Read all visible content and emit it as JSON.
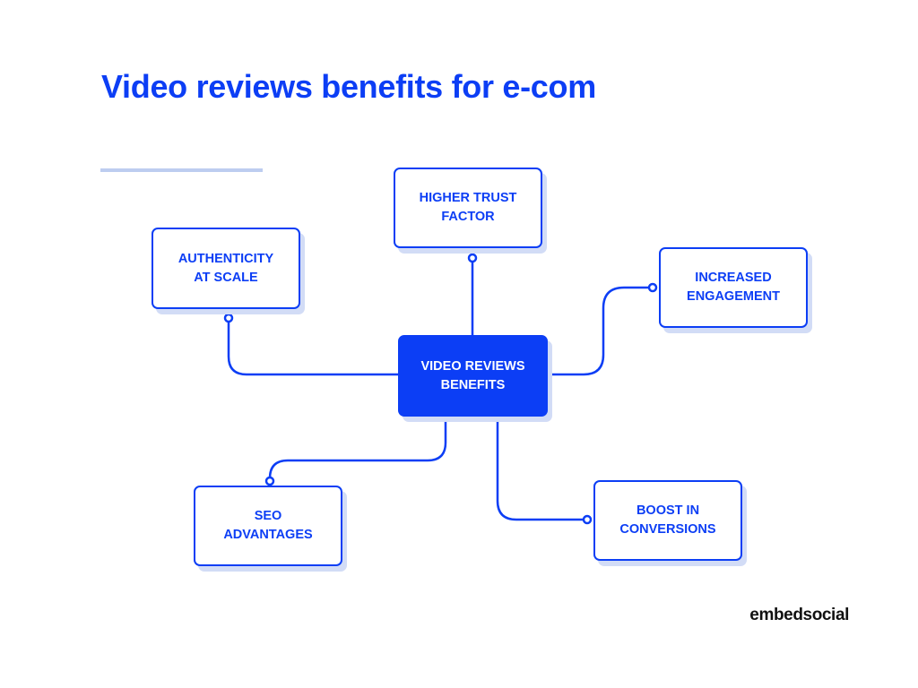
{
  "title": "Video reviews benefits for e-com",
  "center": "VIDEO REVIEWS\nBENEFITS",
  "nodes": {
    "trust": "HIGHER TRUST\nFACTOR",
    "authenticity": "AUTHENTICITY\nAT SCALE",
    "engagement": "INCREASED\nENGAGEMENT",
    "seo": "SEO\nADVANTAGES",
    "conversions": "BOOST IN\nCONVERSIONS"
  },
  "brand": "embedsocial",
  "colors": {
    "primary": "#0c3ef5",
    "shadow": "#d2dcf6",
    "accent_line": "#bdcdf0",
    "background": "#ffffff"
  }
}
